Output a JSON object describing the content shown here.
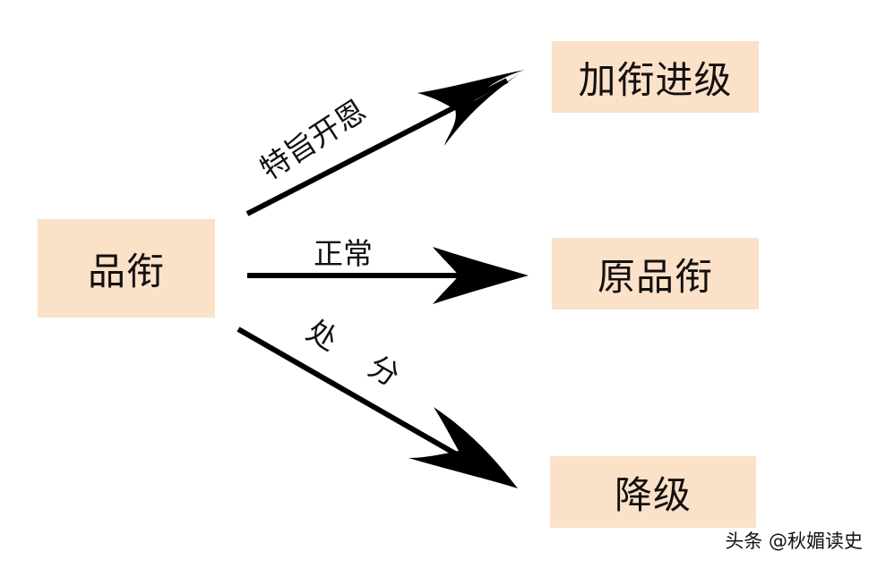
{
  "colors": {
    "box_fill": "#fbe1c8",
    "arrow": "#000000",
    "text": "#111111"
  },
  "nodes": {
    "source": "品衔",
    "up": "加衔进级",
    "same": "原品衔",
    "down": "降级"
  },
  "edges": {
    "up": "特旨开恩",
    "same": "正常",
    "down": "处 分"
  },
  "watermark": "头条 @秋媚读史"
}
